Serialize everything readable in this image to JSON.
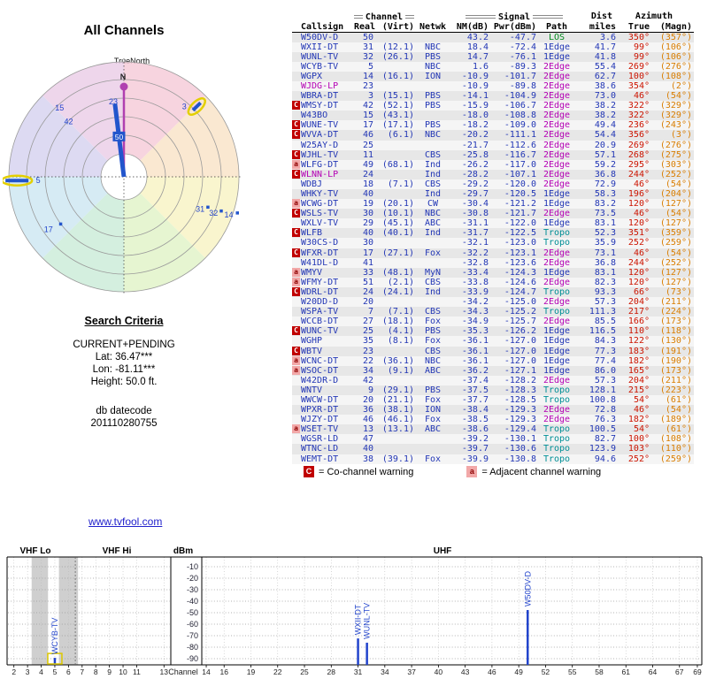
{
  "header": {
    "title": "All Channels",
    "true_north": "TrueNorth"
  },
  "search": {
    "heading": "Search Criteria",
    "lines": [
      "CURRENT+PENDING",
      "Lat: 36.47***",
      "Lon: -81.11***",
      "Height: 50.0 ft."
    ],
    "datecode_label": "db datecode",
    "datecode_value": "201110280755"
  },
  "link": {
    "url_text": "www.tvfool.com"
  },
  "legend": {
    "co": {
      "symbol": "C",
      "text": "= Co-channel warning"
    },
    "adj": {
      "symbol": "a",
      "text": "= Adjacent channel warning"
    }
  },
  "colors": {
    "path_los": "#00891c",
    "path_1edge": "#2236b5",
    "path_2edge": "#b400b4",
    "path_tropo": "#008f96",
    "azimuth_true": "#cc1400",
    "azimuth_magn": "#d97d00",
    "callsign_digital": "#2236b5",
    "callsign_analog": "#b400b4",
    "warning_co": "#c00000",
    "warning_adj": "#f2a8a8",
    "bar_blue": "#2244cc",
    "highlight_yellow": "#dcc800",
    "needle_magenta": "#b040b0"
  },
  "table": {
    "group_headers": {
      "channel": "Channel",
      "signal": "Signal",
      "dist": "Dist",
      "azimuth": "Azimuth"
    },
    "columns": [
      "Callsign",
      "Real",
      "(Virt)",
      "Netwk",
      "NM(dB)",
      "Pwr(dBm)",
      "Path",
      "miles",
      "True",
      "(Magn)"
    ],
    "row_fields": [
      "warn",
      "callsign",
      "real",
      "virt",
      "netwk",
      "nm_db",
      "pwr_dbm",
      "path",
      "miles",
      "azimuth_true",
      "azimuth_magn",
      "analog"
    ],
    "rows": [
      [
        "",
        "W50DV-D",
        "50",
        "",
        "",
        "43.2",
        "-47.7",
        "LOS",
        "3.6",
        "350°",
        "(357°)",
        false
      ],
      [
        "",
        "WXII-DT",
        "31",
        "(12.1)",
        "NBC",
        "18.4",
        "-72.4",
        "1Edge",
        "41.7",
        "99°",
        "(106°)",
        false
      ],
      [
        "",
        "WUNL-TV",
        "32",
        "(26.1)",
        "PBS",
        "14.7",
        "-76.1",
        "1Edge",
        "41.8",
        "99°",
        "(106°)",
        false
      ],
      [
        "",
        "WCYB-TV",
        "5",
        "",
        "NBC",
        "1.6",
        "-89.3",
        "2Edge",
        "55.4",
        "269°",
        "(276°)",
        false
      ],
      [
        "",
        "WGPX",
        "14",
        "(16.1)",
        "ION",
        "-10.9",
        "-101.7",
        "2Edge",
        "62.7",
        "100°",
        "(108°)",
        false
      ],
      [
        "",
        "WJDG-LP",
        "23",
        "",
        "",
        "-10.9",
        "-89.8",
        "2Edge",
        "38.6",
        "354°",
        "(2°)",
        true
      ],
      [
        "",
        "WBRA-DT",
        "3",
        "(15.1)",
        "PBS",
        "-14.1",
        "-104.9",
        "2Edge",
        "73.0",
        "46°",
        "(54°)",
        false
      ],
      [
        "C",
        "WMSY-DT",
        "42",
        "(52.1)",
        "PBS",
        "-15.9",
        "-106.7",
        "2Edge",
        "38.2",
        "322°",
        "(329°)",
        false
      ],
      [
        "",
        "W43BO",
        "15",
        "(43.1)",
        "",
        "-18.0",
        "-108.8",
        "2Edge",
        "38.2",
        "322°",
        "(329°)",
        false
      ],
      [
        "C",
        "WUNE-TV",
        "17",
        "(17.1)",
        "PBS",
        "-18.2",
        "-109.0",
        "2Edge",
        "49.4",
        "236°",
        "(243°)",
        false
      ],
      [
        "C",
        "WVVA-DT",
        "46",
        "(6.1)",
        "NBC",
        "-20.2",
        "-111.1",
        "2Edge",
        "54.4",
        "356°",
        "(3°)",
        false
      ],
      [
        "",
        "W25AY-D",
        "25",
        "",
        "",
        "-21.7",
        "-112.6",
        "2Edge",
        "20.9",
        "269°",
        "(276°)",
        false
      ],
      [
        "C",
        "WJHL-TV",
        "11",
        "",
        "CBS",
        "-25.8",
        "-116.7",
        "2Edge",
        "57.1",
        "268°",
        "(275°)",
        false
      ],
      [
        "a",
        "WLFG-DT",
        "49",
        "(68.1)",
        "Ind",
        "-26.2",
        "-117.0",
        "2Edge",
        "59.2",
        "295°",
        "(303°)",
        false
      ],
      [
        "C",
        "WLNN-LP",
        "24",
        "",
        "Ind",
        "-28.2",
        "-107.1",
        "2Edge",
        "36.8",
        "244°",
        "(252°)",
        true
      ],
      [
        "",
        "WDBJ",
        "18",
        "(7.1)",
        "CBS",
        "-29.2",
        "-120.0",
        "2Edge",
        "72.9",
        "46°",
        "(54°)",
        false
      ],
      [
        "",
        "WHKY-TV",
        "40",
        "",
        "Ind",
        "-29.7",
        "-120.5",
        "1Edge",
        "58.3",
        "196°",
        "(204°)",
        false
      ],
      [
        "a",
        "WCWG-DT",
        "19",
        "(20.1)",
        "CW",
        "-30.4",
        "-121.2",
        "1Edge",
        "83.2",
        "120°",
        "(127°)",
        false
      ],
      [
        "C",
        "WSLS-TV",
        "30",
        "(10.1)",
        "NBC",
        "-30.8",
        "-121.7",
        "2Edge",
        "73.5",
        "46°",
        "(54°)",
        false
      ],
      [
        "",
        "WXLV-TV",
        "29",
        "(45.1)",
        "ABC",
        "-31.1",
        "-122.0",
        "1Edge",
        "83.1",
        "120°",
        "(127°)",
        false
      ],
      [
        "C",
        "WLFB",
        "40",
        "(40.1)",
        "Ind",
        "-31.7",
        "-122.5",
        "Tropo",
        "52.3",
        "351°",
        "(359°)",
        false
      ],
      [
        "",
        "W30CS-D",
        "30",
        "",
        "",
        "-32.1",
        "-123.0",
        "Tropo",
        "35.9",
        "252°",
        "(259°)",
        false
      ],
      [
        "C",
        "WFXR-DT",
        "17",
        "(27.1)",
        "Fox",
        "-32.2",
        "-123.1",
        "2Edge",
        "73.1",
        "46°",
        "(54°)",
        false
      ],
      [
        "",
        "W41DL-D",
        "41",
        "",
        "",
        "-32.8",
        "-123.6",
        "2Edge",
        "36.8",
        "244°",
        "(252°)",
        false
      ],
      [
        "a",
        "WMYV",
        "33",
        "(48.1)",
        "MyN",
        "-33.4",
        "-124.3",
        "1Edge",
        "83.1",
        "120°",
        "(127°)",
        false
      ],
      [
        "a",
        "WFMY-DT",
        "51",
        "(2.1)",
        "CBS",
        "-33.8",
        "-124.6",
        "2Edge",
        "82.3",
        "120°",
        "(127°)",
        false
      ],
      [
        "C",
        "WDRL-DT",
        "24",
        "(24.1)",
        "Ind",
        "-33.9",
        "-124.7",
        "Tropo",
        "93.3",
        "66°",
        "(73°)",
        false
      ],
      [
        "",
        "W20DD-D",
        "20",
        "",
        "",
        "-34.2",
        "-125.0",
        "2Edge",
        "57.3",
        "204°",
        "(211°)",
        false
      ],
      [
        "",
        "WSPA-TV",
        "7",
        "(7.1)",
        "CBS",
        "-34.3",
        "-125.2",
        "Tropo",
        "111.3",
        "217°",
        "(224°)",
        false
      ],
      [
        "",
        "WCCB-DT",
        "27",
        "(18.1)",
        "Fox",
        "-34.9",
        "-125.7",
        "2Edge",
        "85.5",
        "166°",
        "(173°)",
        false
      ],
      [
        "C",
        "WUNC-TV",
        "25",
        "(4.1)",
        "PBS",
        "-35.3",
        "-126.2",
        "1Edge",
        "116.5",
        "110°",
        "(118°)",
        false
      ],
      [
        "",
        "WGHP",
        "35",
        "(8.1)",
        "Fox",
        "-36.1",
        "-127.0",
        "1Edge",
        "84.3",
        "122°",
        "(130°)",
        false
      ],
      [
        "C",
        "WBTV",
        "23",
        "",
        "CBS",
        "-36.1",
        "-127.0",
        "1Edge",
        "77.3",
        "183°",
        "(191°)",
        false
      ],
      [
        "a",
        "WCNC-DT",
        "22",
        "(36.1)",
        "NBC",
        "-36.1",
        "-127.0",
        "1Edge",
        "77.4",
        "182°",
        "(190°)",
        false
      ],
      [
        "a",
        "WSOC-DT",
        "34",
        "(9.1)",
        "ABC",
        "-36.2",
        "-127.1",
        "1Edge",
        "86.0",
        "165°",
        "(173°)",
        false
      ],
      [
        "",
        "W42DR-D",
        "42",
        "",
        "",
        "-37.4",
        "-128.2",
        "2Edge",
        "57.3",
        "204°",
        "(211°)",
        false
      ],
      [
        "",
        "WNTV",
        "9",
        "(29.1)",
        "PBS",
        "-37.5",
        "-128.3",
        "Tropo",
        "128.1",
        "215°",
        "(223°)",
        false
      ],
      [
        "",
        "WWCW-DT",
        "20",
        "(21.1)",
        "Fox",
        "-37.7",
        "-128.5",
        "Tropo",
        "100.8",
        "54°",
        "(61°)",
        false
      ],
      [
        "",
        "WPXR-DT",
        "36",
        "(38.1)",
        "ION",
        "-38.4",
        "-129.3",
        "2Edge",
        "72.8",
        "46°",
        "(54°)",
        false
      ],
      [
        "",
        "WJZY-DT",
        "46",
        "(46.1)",
        "Fox",
        "-38.5",
        "-129.3",
        "2Edge",
        "76.3",
        "182°",
        "(189°)",
        false
      ],
      [
        "a",
        "WSET-TV",
        "13",
        "(13.1)",
        "ABC",
        "-38.6",
        "-129.4",
        "Tropo",
        "100.5",
        "54°",
        "(61°)",
        false
      ],
      [
        "",
        "WGSR-LD",
        "47",
        "",
        "",
        "-39.2",
        "-130.1",
        "Tropo",
        "82.7",
        "100°",
        "(108°)",
        false
      ],
      [
        "",
        "WTNC-LD",
        "40",
        "",
        "",
        "-39.7",
        "-130.6",
        "Tropo",
        "123.9",
        "103°",
        "(110°)",
        false
      ],
      [
        "",
        "WEMT-DT",
        "38",
        "(39.1)",
        "Fox",
        "-39.9",
        "-130.8",
        "Tropo",
        "94.6",
        "252°",
        "(259°)",
        false
      ]
    ]
  },
  "radar": {
    "north_label": "N",
    "markers": [
      {
        "label": "23",
        "az": 352,
        "rf": 0.66,
        "kind": "text"
      },
      {
        "label": "50",
        "az": 353,
        "rf": 0.35,
        "kind": "strong-line",
        "line_rf": 0.64
      },
      {
        "label": "3",
        "az": 46,
        "rf": 0.88,
        "kind": "hl-tick",
        "ldx": -14,
        "ldy": 0
      },
      {
        "label": "5",
        "az": 268,
        "rf": 0.93,
        "kind": "hl-ellipse",
        "ldx": 24,
        "ldy": 0
      },
      {
        "label": "17",
        "az": 235,
        "rf": 0.8,
        "kind": "text-dot",
        "ddx": 12,
        "ddy": -8
      },
      {
        "label": "15",
        "az": 317,
        "rf": 0.82,
        "kind": "text"
      },
      {
        "label": "42",
        "az": 315,
        "rf": 0.68,
        "kind": "text"
      },
      {
        "label": "31",
        "az": 113,
        "rf": 0.72,
        "kind": "text-dot",
        "ddx": 7,
        "ddy": -4
      },
      {
        "label": "32",
        "az": 112,
        "rf": 0.84,
        "kind": "text-dot",
        "ddx": 7,
        "ddy": -4
      },
      {
        "label": "14",
        "az": 110,
        "rf": 0.97,
        "kind": "text-dot",
        "ddx": 8,
        "ddy": -4
      }
    ]
  },
  "chart_data": {
    "type": "bar",
    "ylabel": "dBm",
    "xlabel": "Channel",
    "yticks": [
      -10,
      -20,
      -30,
      -40,
      -50,
      -60,
      -70,
      -80,
      -90
    ],
    "ylim": [
      -95,
      0
    ],
    "grid": true,
    "sections": [
      {
        "label": "VHF Lo",
        "ch_from": 2,
        "ch_to": 6
      },
      {
        "label": "VHF Hi",
        "ch_from": 7,
        "ch_to": 13
      },
      {
        "label": "UHF",
        "ch_from": 14,
        "ch_to": 69
      }
    ],
    "vhf_ticks": [
      2,
      3,
      4,
      5,
      6,
      7,
      8,
      9,
      10,
      11,
      13
    ],
    "uhf_ticks": [
      14,
      16,
      19,
      22,
      25,
      28,
      31,
      34,
      37,
      40,
      43,
      46,
      49,
      52,
      55,
      58,
      61,
      64,
      67,
      69
    ],
    "shaded_gap_channels": [
      [
        3.3,
        4.5
      ],
      [
        5.3,
        6.7
      ]
    ],
    "bars": [
      {
        "callsign": "WCYB-TV",
        "channel": 5,
        "dbm": -89.3,
        "highlighted": true
      },
      {
        "callsign": "WXII-DT",
        "channel": 31,
        "dbm": -72.4,
        "highlighted": false
      },
      {
        "callsign": "WUNL-TV",
        "channel": 32,
        "dbm": -76.1,
        "highlighted": false
      },
      {
        "callsign": "W50DV-D",
        "channel": 50,
        "dbm": -47.7,
        "highlighted": false
      }
    ]
  }
}
